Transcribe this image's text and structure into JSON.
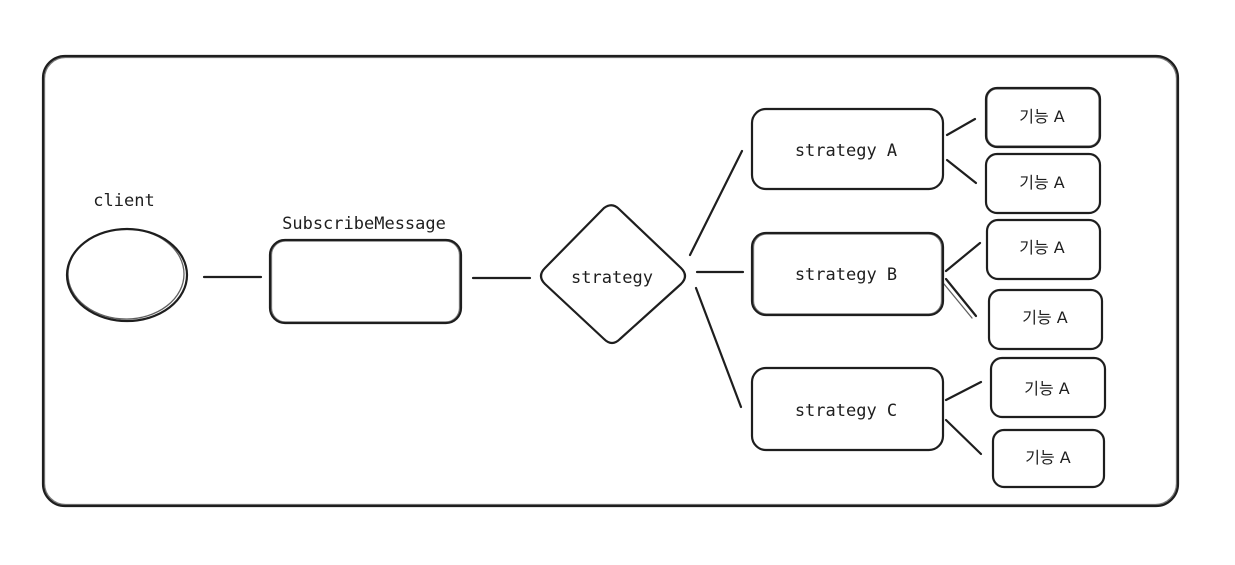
{
  "nodes": {
    "client": {
      "label": "client"
    },
    "subscribe": {
      "label": "SubscribeMessage"
    },
    "decision": {
      "label": "strategy"
    },
    "strategy_a": {
      "label": "strategy A"
    },
    "strategy_b": {
      "label": "strategy B"
    },
    "strategy_c": {
      "label": "strategy C"
    }
  },
  "features": [
    {
      "label": "기능 A"
    },
    {
      "label": "기능 A"
    },
    {
      "label": "기능 A"
    },
    {
      "label": "기능 A"
    },
    {
      "label": "기능 A"
    },
    {
      "label": "기능 A"
    }
  ],
  "colors": {
    "stroke": "#1e1e1e",
    "background": "#ffffff"
  }
}
